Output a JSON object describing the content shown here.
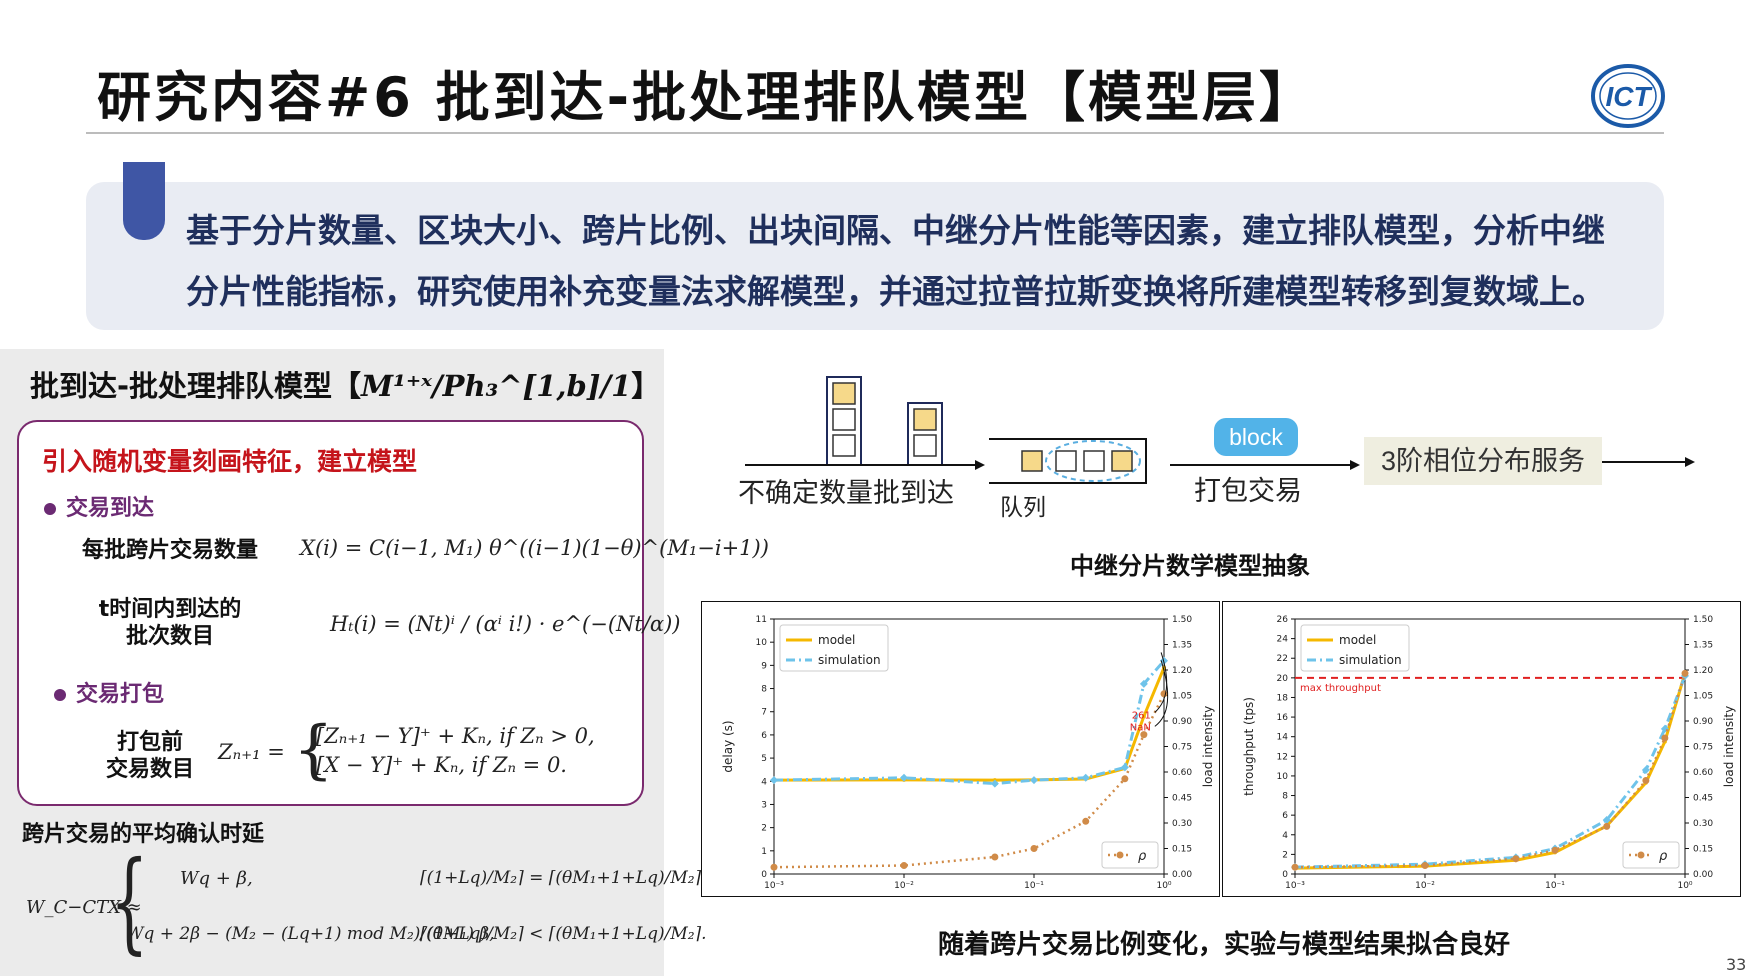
{
  "slide": {
    "title": "研究内容#6 批到达-批处理排队模型【模型层】",
    "logo_text": "ICT",
    "summary_line1": "基于分片数量、区块大小、跨片比例、出块间隔、中继分片性能等因素，建立排队模型，分析中继",
    "summary_line2": "分片性能指标，研究使用补充变量法求解模型，并通过拉普拉斯变换将所建模型转移到复数域上。",
    "page_number": "33"
  },
  "left": {
    "heading_prefix": "批到达-批处理排队模型【",
    "heading_math": "M¹⁺ˣ/Ph₃^[1,b]/1",
    "heading_suffix": "】",
    "box_title": "引入随机变量刻画特征，建立模型",
    "bullet_arrival": "交易到达",
    "label_count_line1": "每批跨片交易数量",
    "formula_count": "X(i) = C(i−1, M₁) θ^((i−1)(1−θ)^(M₁−i+1))",
    "label_batches_line1": "t时间内到达的",
    "label_batches_line2": "批次数目",
    "formula_batches": "Hₜ(i) = (Nt)ⁱ / (αⁱ i!) · e^(−(Nt/α))",
    "bullet_pack": "交易打包",
    "label_pack_line1": "打包前",
    "label_pack_line2": "交易数目",
    "formula_pack_lhs": "Zₙ₊₁ =",
    "formula_pack_case1": "[Zₙ₊₁ − Y]⁺ + Kₙ,     if Zₙ > 0,",
    "formula_pack_case2": "[X − Y]⁺ + Kₙ,     if Zₙ = 0.",
    "latency_title": "跨片交易的平均确认时延",
    "latency_lhs": "W_C−CTX ≈",
    "latency_case1": "Wq + β,",
    "latency_cond1": "⌈(1+Lq)/M₂⌉ = ⌈(θM₁+1+Lq)/M₂⌉,",
    "latency_case2": "Wq + 2β − (M₂ − (Lq+1) mod M₂)/(θM₁) β,",
    "latency_cond2": "⌈(1+Lq)/M₂⌉ < ⌈(θM₁+1+Lq)/M₂⌉."
  },
  "flow": {
    "arrival_label": "不确定数量批到达",
    "queue_label": "队列",
    "block_label": "block",
    "pack_label": "打包交易",
    "service_label": "3阶相位分布服务",
    "caption": "中继分片数学模型抽象",
    "colors": {
      "tx_fill": "#f6d98a",
      "block_fill": "#52b3e8",
      "queue_ellipse": "#5aaee0",
      "service_fill": "#efeee0"
    }
  },
  "bottom_caption": "随着跨片交易比例变化，实验与模型结果拟合良好",
  "chart_data": [
    {
      "type": "line",
      "title": "",
      "xlabel": "",
      "ylabel": "delay (s)",
      "y2label": "load intensity",
      "xscale": "log",
      "xlim": [
        0.001,
        1
      ],
      "ylim": [
        0,
        11
      ],
      "y2lim": [
        0,
        1.5
      ],
      "xticks": [
        "10⁻³",
        "10⁻²",
        "10⁻¹",
        "10⁰"
      ],
      "yticks": [
        0,
        1,
        2,
        3,
        4,
        5,
        6,
        7,
        8,
        9,
        10,
        11
      ],
      "y2ticks": [
        "0.00",
        "0.15",
        "0.30",
        "0.45",
        "0.60",
        "0.75",
        "0.90",
        "1.05",
        "1.20",
        "1.35",
        "1.50"
      ],
      "legend": "top-left",
      "annotation": [
        "261",
        "NaN"
      ],
      "x": [
        0.001,
        0.01,
        0.05,
        0.1,
        0.25,
        0.5,
        0.7,
        1.0
      ],
      "series": [
        {
          "name": "model",
          "axis": "left",
          "color": "#f5b800",
          "style": "solid",
          "values": [
            4.05,
            4.06,
            4.05,
            4.06,
            4.1,
            4.55,
            6.8,
            8.9
          ]
        },
        {
          "name": "simulation",
          "axis": "left",
          "color": "#6ec3ea",
          "style": "dashdot",
          "values": [
            4.05,
            4.15,
            3.9,
            4.05,
            4.15,
            4.6,
            8.2,
            9.2
          ]
        },
        {
          "name": "ρ",
          "axis": "right",
          "color": "#d08b48",
          "style": "dotted",
          "values": [
            0.04,
            0.05,
            0.1,
            0.15,
            0.31,
            0.56,
            0.82,
            1.06
          ]
        }
      ]
    },
    {
      "type": "line",
      "title": "",
      "xlabel": "",
      "ylabel": "throughput (tps)",
      "y2label": "load intensity",
      "xscale": "log",
      "xlim": [
        0.001,
        1
      ],
      "ylim": [
        0,
        26
      ],
      "y2lim": [
        0,
        1.5
      ],
      "xticks": [
        "10⁻³",
        "10⁻²",
        "10⁻¹",
        "10⁰"
      ],
      "yticks": [
        0,
        2,
        4,
        6,
        8,
        10,
        12,
        14,
        16,
        18,
        20,
        22,
        24,
        26
      ],
      "y2ticks": [
        "0.00",
        "0.15",
        "0.30",
        "0.45",
        "0.60",
        "0.75",
        "0.90",
        "1.05",
        "1.20",
        "1.35",
        "1.50"
      ],
      "legend": "top-left",
      "hline": {
        "label": "max throughput",
        "value": 20,
        "color": "#e02020"
      },
      "x": [
        0.001,
        0.01,
        0.05,
        0.1,
        0.25,
        0.5,
        0.7,
        1.0
      ],
      "series": [
        {
          "name": "model",
          "axis": "left",
          "color": "#f5b800",
          "style": "solid",
          "values": [
            0.6,
            0.8,
            1.4,
            2.2,
            4.9,
            9.3,
            13.5,
            20.5
          ]
        },
        {
          "name": "simulation",
          "axis": "left",
          "color": "#6ec3ea",
          "style": "dashdot",
          "values": [
            0.7,
            1.0,
            1.7,
            2.6,
            5.5,
            10.6,
            14.8,
            20.2
          ]
        },
        {
          "name": "ρ",
          "axis": "right",
          "color": "#d08b48",
          "style": "dotted",
          "values": [
            0.04,
            0.05,
            0.09,
            0.14,
            0.28,
            0.55,
            0.8,
            1.18
          ]
        }
      ]
    }
  ]
}
